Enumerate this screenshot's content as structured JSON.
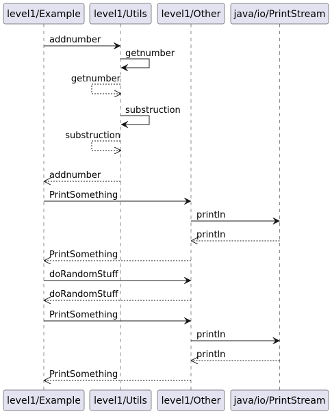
{
  "participants": [
    {
      "id": "example",
      "label": "level1/Example"
    },
    {
      "id": "utils",
      "label": "level1/Utils"
    },
    {
      "id": "other",
      "label": "level1/Other"
    },
    {
      "id": "printstream",
      "label": "java/io/PrintStream"
    }
  ],
  "messages": [
    {
      "from": "example",
      "to": "utils",
      "label": "addnumber",
      "type": "sync"
    },
    {
      "from": "utils",
      "to": "utils",
      "label": "getnumber",
      "type": "self"
    },
    {
      "from": "utils",
      "to": "utils",
      "label": "getnumber",
      "type": "self-return"
    },
    {
      "from": "utils",
      "to": "utils",
      "label": "substruction",
      "type": "self"
    },
    {
      "from": "utils",
      "to": "utils",
      "label": "substruction",
      "type": "self-return"
    },
    {
      "from": "utils",
      "to": "example",
      "label": "addnumber",
      "type": "return"
    },
    {
      "from": "example",
      "to": "other",
      "label": "PrintSomething",
      "type": "sync"
    },
    {
      "from": "other",
      "to": "printstream",
      "label": "println",
      "type": "sync"
    },
    {
      "from": "printstream",
      "to": "other",
      "label": "println",
      "type": "return"
    },
    {
      "from": "other",
      "to": "example",
      "label": "PrintSomething",
      "type": "return"
    },
    {
      "from": "example",
      "to": "other",
      "label": "doRandomStuff",
      "type": "sync"
    },
    {
      "from": "other",
      "to": "example",
      "label": "doRandomStuff",
      "type": "return"
    },
    {
      "from": "example",
      "to": "other",
      "label": "PrintSomething",
      "type": "sync"
    },
    {
      "from": "other",
      "to": "printstream",
      "label": "println",
      "type": "sync"
    },
    {
      "from": "printstream",
      "to": "other",
      "label": "println",
      "type": "return"
    },
    {
      "from": "other",
      "to": "example",
      "label": "PrintSomething",
      "type": "return"
    }
  ]
}
